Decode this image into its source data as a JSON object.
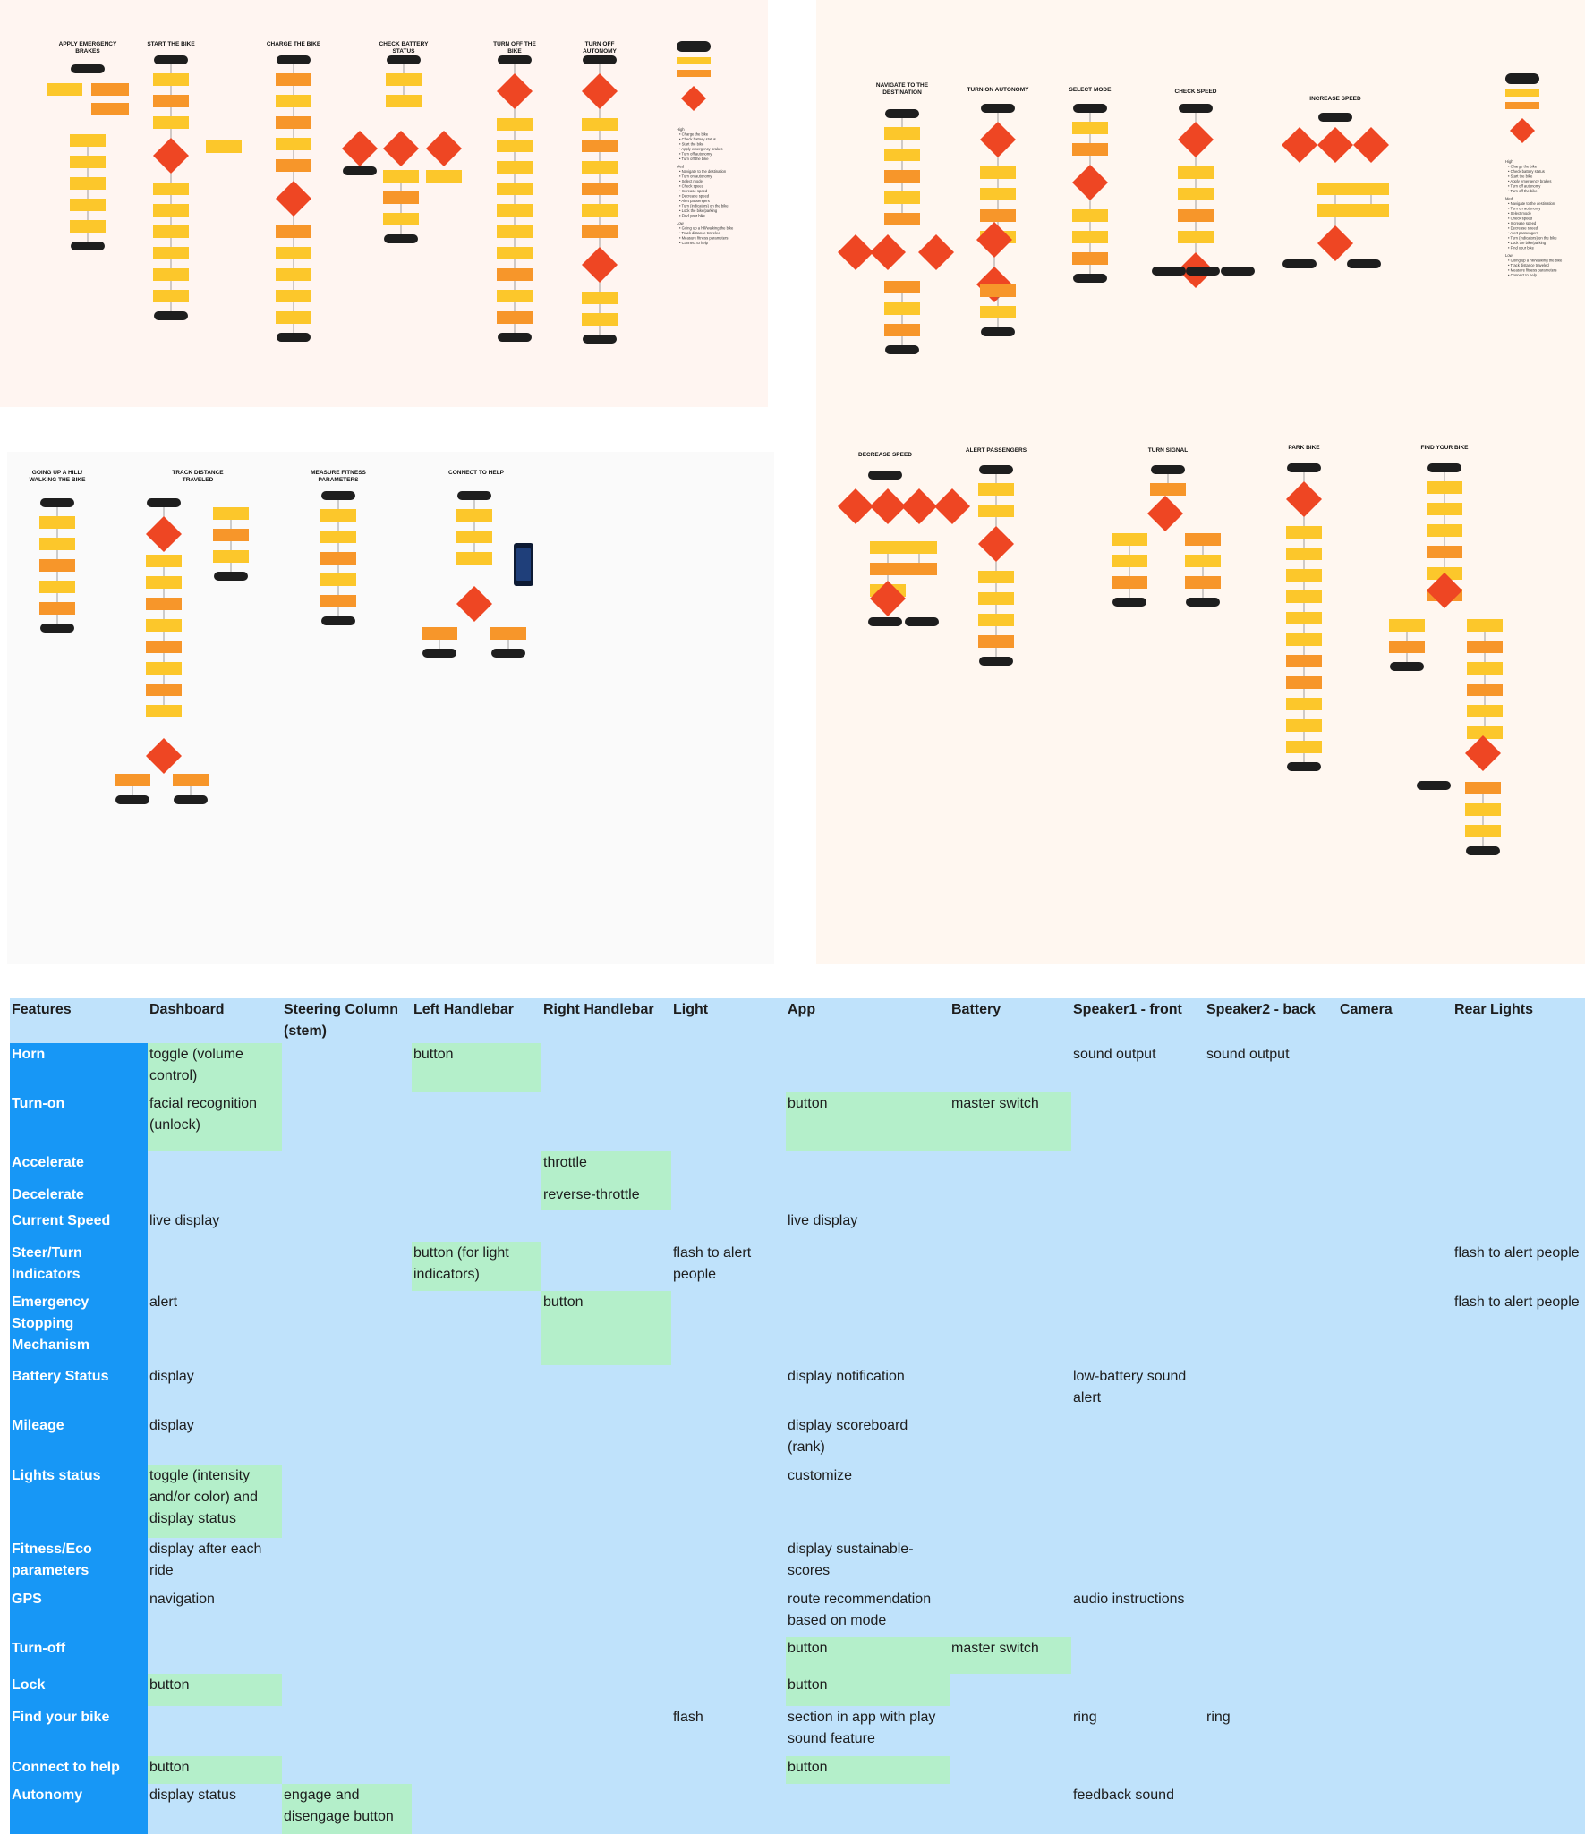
{
  "flowchart_board_1": {
    "titles": [
      "APPLY EMERGENCY BRAKES",
      "START THE BIKE",
      "CHARGE THE BIKE",
      "CHECK BATTERY STATUS",
      "TURN OFF THE BIKE",
      "TURN OFF AUTONOMY"
    ],
    "legend_groups": [
      {
        "heading": "High",
        "items": [
          "Charge the bike",
          "Check battery status",
          "Start the bike",
          "Apply emergency brakes",
          "Turn off autonomy",
          "Turn off the bike"
        ]
      },
      {
        "heading": "Med",
        "items": [
          "Navigate to the destination",
          "Turn on autonomy",
          "Select mode",
          "Check speed",
          "Increase speed",
          "Decrease speed",
          "Alert passengers",
          "Turn (indicators) on the bike",
          "Lock the bike/parking",
          "Find your bike"
        ]
      },
      {
        "heading": "Low",
        "items": [
          "Going up a hill/walking the bike",
          "Track distance traveled",
          "Measure fitness parameters",
          "Connect to help"
        ]
      }
    ]
  },
  "flowchart_board_2": {
    "titles": [
      "NAVIGATE TO THE DESTINATION",
      "TURN ON AUTONOMY",
      "SELECT MODE",
      "CHECK SPEED",
      "INCREASE SPEED",
      "DECREASE SPEED",
      "ALERT PASSENGERS",
      "TURN SIGNAL",
      "PARK BIKE",
      "FIND YOUR BIKE"
    ],
    "legend_groups": [
      {
        "heading": "High",
        "items": [
          "Charge the bike",
          "Check battery status",
          "Start the bike",
          "Apply emergency brakes",
          "Turn off autonomy",
          "Turn off the bike"
        ]
      },
      {
        "heading": "Med",
        "items": [
          "Navigate to the destination",
          "Turn on autonomy",
          "Select mode",
          "Check speed",
          "Increase speed",
          "Decrease speed",
          "Alert passengers",
          "Turn (indicators) on the bike",
          "Lock the bike/parking",
          "Find your bike"
        ]
      },
      {
        "heading": "Low",
        "items": [
          "Going up a hill/walking the bike",
          "Track distance traveled",
          "Measure fitness parameters",
          "Connect to help"
        ]
      }
    ]
  },
  "flowchart_board_3": {
    "titles": [
      "GOING UP A HILL/ WALKING THE BIKE",
      "TRACK DISTANCE TRAVELED",
      "MEASURE FITNESS PARAMETERS",
      "CONNECT TO HELP"
    ]
  },
  "colors": {
    "sticky_yellow": "#fcc72b",
    "sticky_orange": "#f7962a",
    "decision_red": "#ee4623",
    "terminal_black": "#1e1e1e",
    "header_blue": "#1797f6",
    "cell_blue": "#bfe2fb",
    "highlight_green": "#b4efca"
  },
  "feature_table": {
    "columns": [
      "Features",
      "Dashboard",
      "Steering Column (stem)",
      "Left Handlebar",
      "Right Handlebar",
      "Light",
      "App",
      "Battery",
      "Speaker1 - front",
      "Speaker2 - back",
      "Camera",
      "Rear Lights"
    ],
    "rows": [
      {
        "feature": "Horn",
        "cells": [
          "toggle (volume control)",
          "",
          "button",
          "",
          "",
          "",
          "",
          "sound output",
          "sound output",
          "",
          ""
        ],
        "highlighted": [
          0,
          2
        ]
      },
      {
        "feature": "Turn-on",
        "cells": [
          "facial recognition (unlock)",
          "",
          "",
          "",
          "",
          "button",
          "master switch",
          "",
          "",
          "",
          ""
        ],
        "highlighted": [
          0,
          5,
          6
        ]
      },
      {
        "feature": "Accelerate",
        "cells": [
          "",
          "",
          "",
          "throttle",
          "",
          "",
          "",
          "",
          "",
          "",
          ""
        ],
        "highlighted": [
          3
        ]
      },
      {
        "feature": "Decelerate",
        "cells": [
          "",
          "",
          "",
          "reverse-throttle",
          "",
          "",
          "",
          "",
          "",
          "",
          ""
        ],
        "highlighted": [
          3
        ]
      },
      {
        "feature": "Current Speed",
        "cells": [
          "live display",
          "",
          "",
          "",
          "",
          "live display",
          "",
          "",
          "",
          "",
          ""
        ],
        "highlighted": []
      },
      {
        "feature": "Steer/Turn Indicators",
        "cells": [
          "",
          "",
          "button (for light indicators)",
          "",
          "flash to alert people",
          "",
          "",
          "",
          "",
          "",
          "flash to alert people"
        ],
        "highlighted": [
          2
        ]
      },
      {
        "feature": "Emergency Stopping Mechanism",
        "cells": [
          "alert",
          "",
          "",
          "button",
          "",
          "",
          "",
          "",
          "",
          "",
          "flash to alert people"
        ],
        "highlighted": [
          3
        ]
      },
      {
        "feature": "Battery Status",
        "cells": [
          "display",
          "",
          "",
          "",
          "",
          "display notification",
          "",
          "low-battery sound alert",
          "",
          "",
          ""
        ],
        "highlighted": []
      },
      {
        "feature": "Mileage",
        "cells": [
          "display",
          "",
          "",
          "",
          "",
          "display scoreboard (rank)",
          "",
          "",
          "",
          "",
          ""
        ],
        "highlighted": []
      },
      {
        "feature": "Lights status",
        "cells": [
          "toggle (intensity and/or color) and display status",
          "",
          "",
          "",
          "",
          "customize",
          "",
          "",
          "",
          "",
          ""
        ],
        "highlighted": [
          0
        ]
      },
      {
        "feature": "Fitness/Eco parameters",
        "cells": [
          "display after each ride",
          "",
          "",
          "",
          "",
          "display sustainable-scores",
          "",
          "",
          "",
          "",
          ""
        ],
        "highlighted": []
      },
      {
        "feature": "GPS",
        "cells": [
          "navigation",
          "",
          "",
          "",
          "",
          "route recommendation based on mode",
          "",
          "audio instructions",
          "",
          "",
          ""
        ],
        "highlighted": []
      },
      {
        "feature": "Turn-off",
        "cells": [
          "",
          "",
          "",
          "",
          "",
          "button",
          "master switch",
          "",
          "",
          "",
          ""
        ],
        "highlighted": [
          5,
          6
        ]
      },
      {
        "feature": "Lock",
        "cells": [
          "button",
          "",
          "",
          "",
          "",
          "button",
          "",
          "",
          "",
          "",
          ""
        ],
        "highlighted": [
          0,
          5
        ]
      },
      {
        "feature": "Find your bike",
        "cells": [
          "",
          "",
          "",
          "",
          "flash",
          "section in app with play sound feature",
          "",
          "ring",
          "ring",
          "",
          ""
        ],
        "highlighted": []
      },
      {
        "feature": "Connect to help",
        "cells": [
          "button",
          "",
          "",
          "",
          "",
          "button",
          "",
          "",
          "",
          "",
          ""
        ],
        "highlighted": [
          0,
          5
        ]
      },
      {
        "feature": "Autonomy",
        "cells": [
          "display status",
          "engage and disengage button",
          "",
          "",
          "",
          "",
          "",
          "feedback sound",
          "",
          "",
          ""
        ],
        "highlighted": [
          1
        ]
      }
    ]
  }
}
